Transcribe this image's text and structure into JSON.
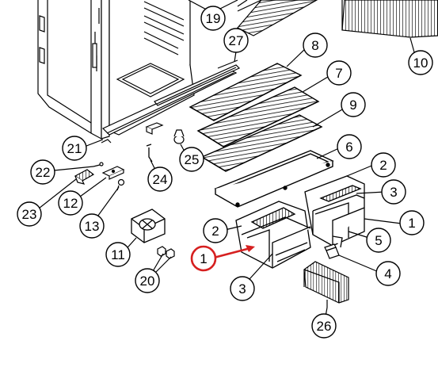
{
  "diagram": {
    "callouts": [
      {
        "id": "c19",
        "label": "19"
      },
      {
        "id": "c27",
        "label": "27"
      },
      {
        "id": "c8",
        "label": "8"
      },
      {
        "id": "c7",
        "label": "7"
      },
      {
        "id": "c9",
        "label": "9"
      },
      {
        "id": "c10",
        "label": "10"
      },
      {
        "id": "c6",
        "label": "6"
      },
      {
        "id": "c21",
        "label": "21"
      },
      {
        "id": "c25",
        "label": "25"
      },
      {
        "id": "c22",
        "label": "22"
      },
      {
        "id": "c24",
        "label": "24"
      },
      {
        "id": "c23",
        "label": "23"
      },
      {
        "id": "c12",
        "label": "12"
      },
      {
        "id": "c13",
        "label": "13"
      },
      {
        "id": "c2r",
        "label": "2"
      },
      {
        "id": "c3r",
        "label": "3"
      },
      {
        "id": "c1r",
        "label": "1"
      },
      {
        "id": "c2l",
        "label": "2"
      },
      {
        "id": "c5",
        "label": "5"
      },
      {
        "id": "c11",
        "label": "11"
      },
      {
        "id": "c1red",
        "label": "1"
      },
      {
        "id": "c4",
        "label": "4"
      },
      {
        "id": "c20",
        "label": "20"
      },
      {
        "id": "c3b",
        "label": "3"
      },
      {
        "id": "c26",
        "label": "26"
      }
    ],
    "highlight_color": "#d62020"
  }
}
